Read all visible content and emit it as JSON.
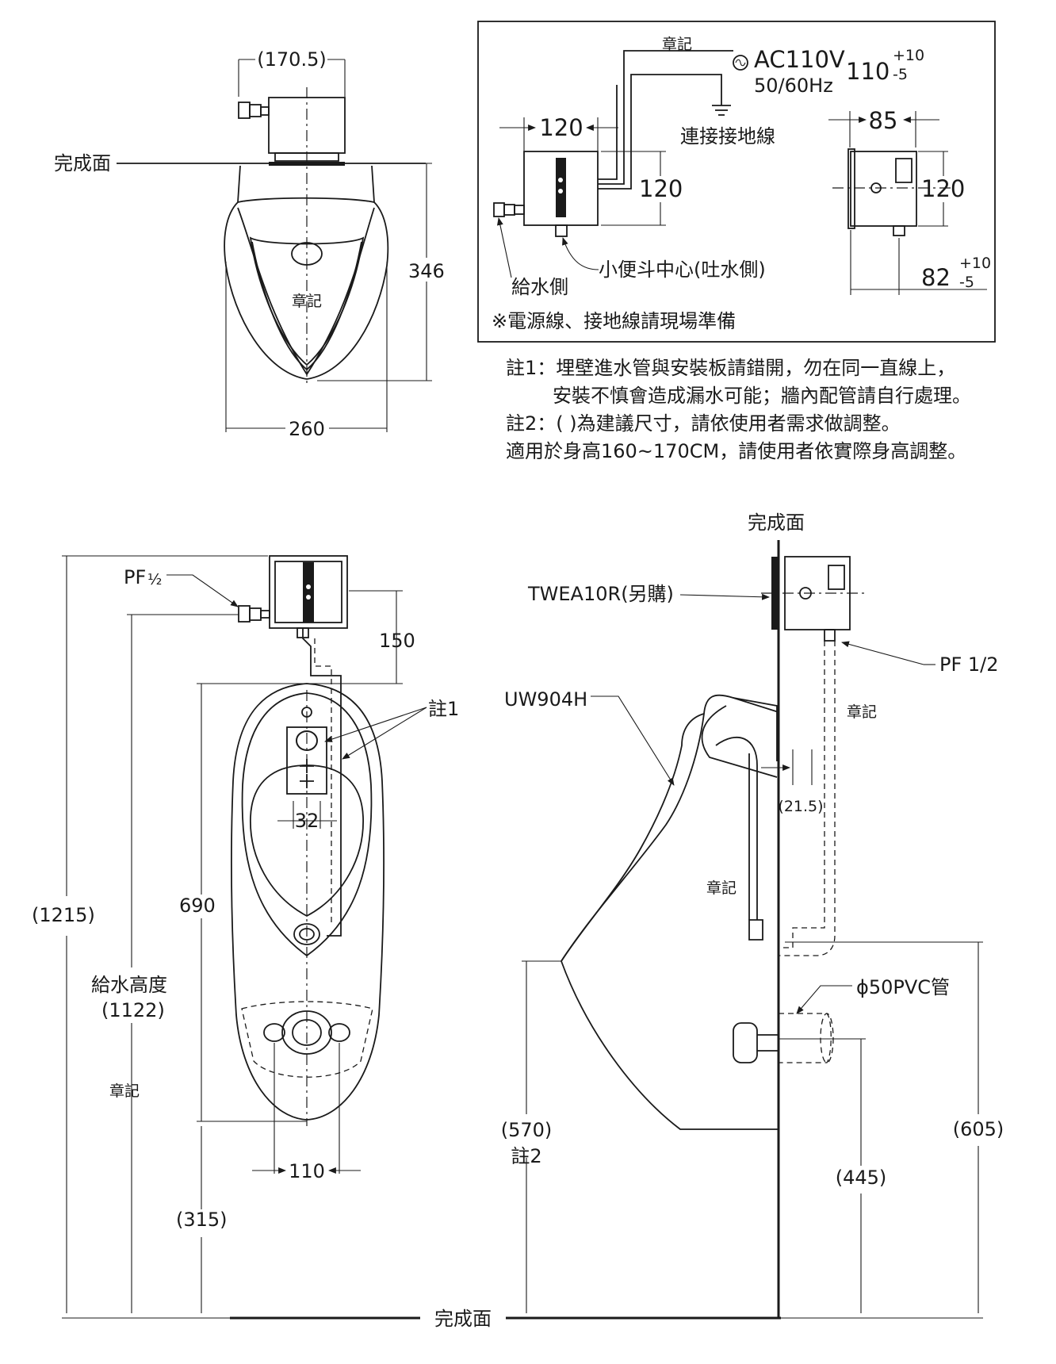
{
  "top_view": {
    "width_box": "(170.5)",
    "finish_surface": "完成面",
    "depth": "346",
    "width": "260",
    "stamp": "章記"
  },
  "wiring_box": {
    "stamp": "章記",
    "power": "AC110V",
    "frequency": "50/60Hz",
    "ground": "連接接地線",
    "dim_width": "120",
    "dim_height": "120",
    "side_dim_main": "110",
    "side_dim_main_plus": "+10",
    "side_dim_main_minus": "-5",
    "side_width": "85",
    "side_height": "120",
    "side_dim_bottom": "82",
    "side_dim_bottom_plus": "+10",
    "side_dim_bottom_minus": "-5",
    "water_inlet_side": "給水側",
    "outlet_center": "小便斗中心(吐水側)",
    "power_note": "※電源線、接地線請現場準備"
  },
  "notes": [
    "註1：埋壁進水管與安裝板請錯開，勿在同一直線上，",
    "安裝不慎會造成漏水可能；牆內配管請自行處理。",
    "註2：( )為建議尺寸，請依使用者需求做調整。",
    "適用於身高160~170CM，請使用者依實際身高調整。"
  ],
  "front_view": {
    "pf": "PF",
    "pf_fraction": "½",
    "dim_150": "150",
    "note1": "註1",
    "dim_32": "32",
    "dim_1215": "(1215)",
    "dim_690": "690",
    "supply_height": "給水高度",
    "supply_height_value": "(1122)",
    "stamp": "章記",
    "dim_110": "110",
    "dim_315": "(315)",
    "finish_surface": "完成面"
  },
  "side_view": {
    "finish_surface_top": "完成面",
    "sensor_model": "TWEA10R(另購)",
    "pf_size": "PF 1/2",
    "urinal_model": "UW904H",
    "stamp": "章記",
    "stamp_body": "章記",
    "dim_21_5": "(21.5)",
    "pvc_pipe": "ϕ50PVC管",
    "dim_570": "(570)",
    "note2": "註2",
    "dim_605": "(605)",
    "dim_445": "(445)"
  }
}
